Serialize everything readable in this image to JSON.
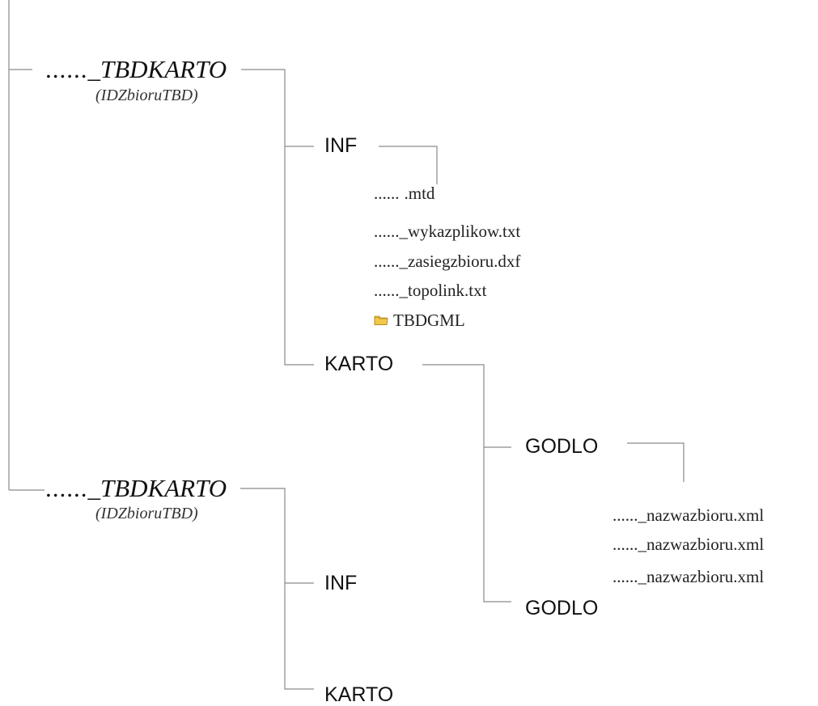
{
  "colors": {
    "line": "#8a8a8a",
    "text": "#111111",
    "folder_icon_fill": "#f2c84b",
    "folder_icon_stroke": "#b88a1c"
  },
  "tree1": {
    "root_prefix": "......",
    "root_label": "_TBDKARTO",
    "root_sub": "(IDZbioruTBD)",
    "inf_label": "INF",
    "inf_files": [
      ".mtd",
      "_wykazplikow.txt",
      "_zasiegzbioru.dxf",
      "_topolink.txt"
    ],
    "file_prefix": "......",
    "tbdgml_label": "TBDGML",
    "tbdgml_icon": "folder-icon",
    "karto_label": "KARTO",
    "godlo1_label": "GODLO",
    "godlo_files": [
      "_nazwazbioru.xml",
      "_nazwazbioru.xml",
      "_nazwazbioru.xml"
    ],
    "godlo2_label": "GODLO"
  },
  "tree2": {
    "root_prefix": "......",
    "root_label": "_TBDKARTO",
    "root_sub": "(IDZbioruTBD)",
    "inf_label": "INF",
    "karto_label": "KARTO"
  }
}
